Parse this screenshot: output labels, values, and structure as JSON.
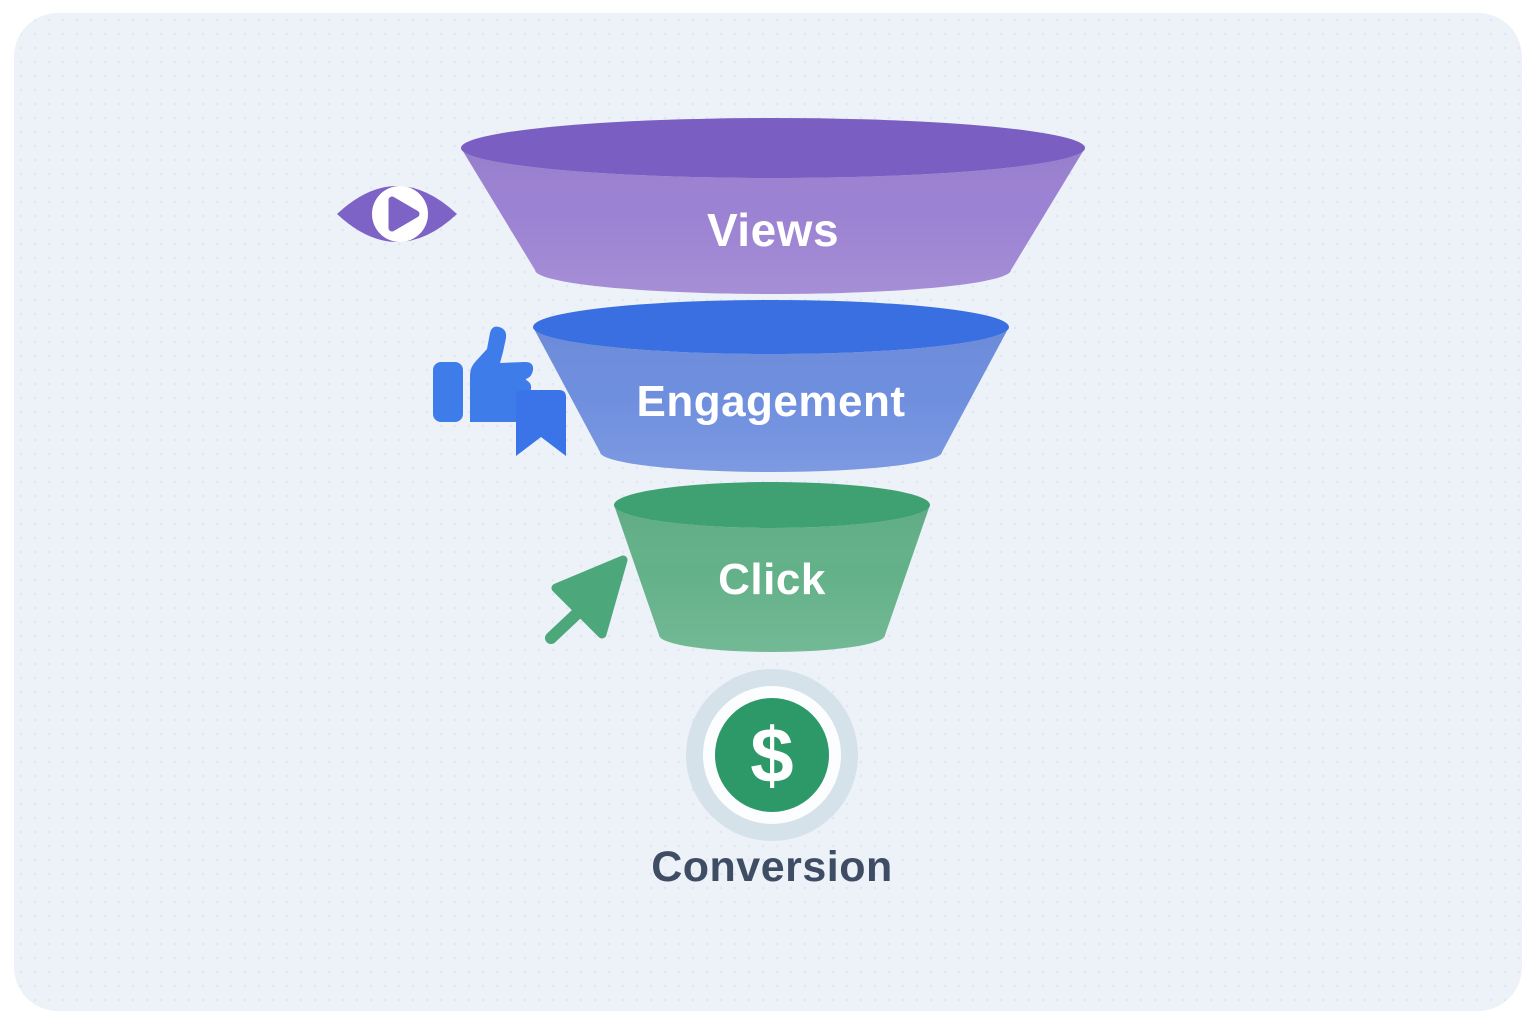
{
  "diagram": {
    "type": "marketing-funnel",
    "background_color": "#ffffff",
    "panel_color": "#edf1f8",
    "text_color_on_stage": "#ffffff",
    "stages": [
      {
        "label": "Views",
        "icon": "eye-play-icon",
        "top_color": "#7a5ec2",
        "body_color": "#9c82d2",
        "icon_color": "#7e63c6"
      },
      {
        "label": "Engagement",
        "icon": "thumbs-up-bookmark-icon",
        "top_color": "#3a6fe2",
        "body_color": "#6e8ede",
        "icon_color": "#3d7ce9",
        "bookmark_color": "#3a74e8"
      },
      {
        "label": "Click",
        "icon": "cursor-arrow-icon",
        "top_color": "#3fa172",
        "body_color": "#63b189",
        "icon_color": "#4ca87b"
      }
    ],
    "result": {
      "label": "Conversion",
      "icon": "dollar-sign-icon",
      "symbol": "$",
      "coin_color": "#2d9868",
      "inner_ring_color": "#fcfdfe",
      "outer_ring_color": "#d5e2ea",
      "label_color": "#3e4d63"
    }
  }
}
